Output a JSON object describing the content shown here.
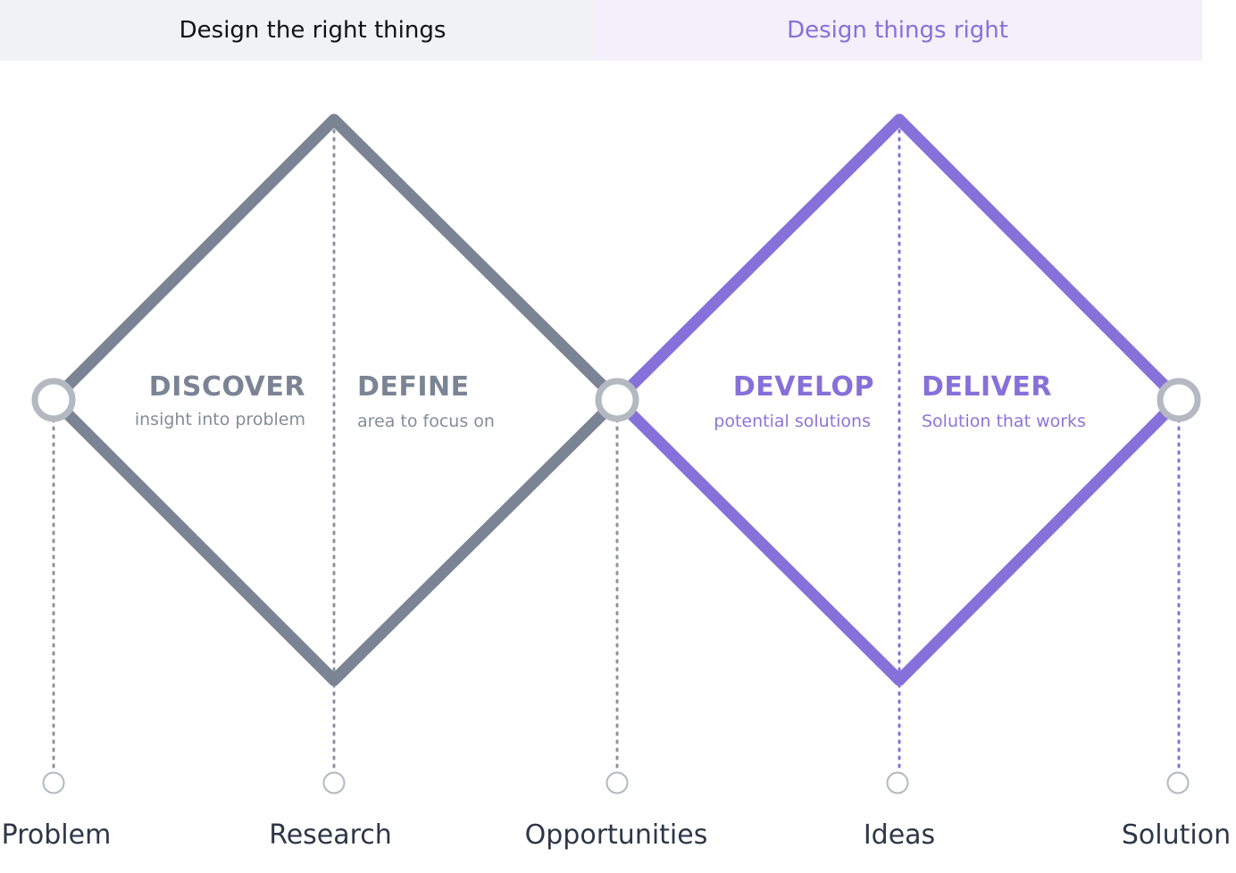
{
  "header": {
    "left_title": "Design the right things",
    "right_title": "Design things right"
  },
  "phases": {
    "discover": {
      "title": "DISCOVER",
      "subtitle": "insight into problem"
    },
    "define": {
      "title": "DEFINE",
      "subtitle": "area to focus on"
    },
    "develop": {
      "title": "DEVELOP",
      "subtitle": "potential solutions"
    },
    "deliver": {
      "title": "DELIVER",
      "subtitle": "Solution that works"
    }
  },
  "stages": [
    "Problem",
    "Research",
    "Opportunities",
    "Ideas",
    "Solution"
  ],
  "colors": {
    "gray": "#7b8494",
    "purple": "#8670d9",
    "node": "#b3b8c1",
    "dotted_gray": "#8d939e",
    "dotted_purple": "#8670d9"
  }
}
